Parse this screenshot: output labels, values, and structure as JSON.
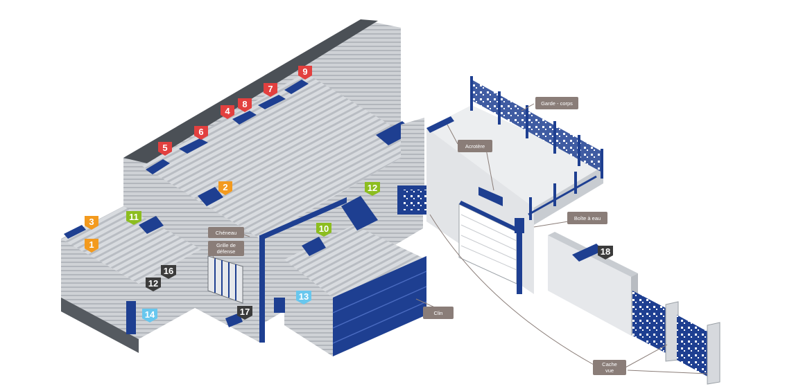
{
  "colors": {
    "red": "#e2403f",
    "orange": "#f39a1e",
    "green": "#8cbd1f",
    "lightblue": "#68c7ee",
    "dark": "#3b3b3b",
    "callout": "#8a7d78",
    "blue": "#1e3f91",
    "metal_light": "#d6d9dd",
    "metal_dark": "#a9adb3",
    "roof_dark": "#555a60"
  },
  "badges": {
    "b1": "1",
    "b2": "2",
    "b3": "3",
    "b4": "4",
    "b5": "5",
    "b6": "6",
    "b7": "7",
    "b8": "8",
    "b9": "9",
    "b10": "10",
    "b11": "11",
    "b12": "12",
    "b12b": "12",
    "b13": "13",
    "b14": "14",
    "b16": "16",
    "b17": "17",
    "b18": "18"
  },
  "callouts": {
    "garde_corps": "Garde - corps",
    "acrotere": "Acrotère",
    "boite_a_eau": "Boîte à eau",
    "cheneau": "Chéneau",
    "grille_line1": "Grille de",
    "grille_line2": "défense",
    "clin": "Clin",
    "cache_line1": "Cache",
    "cache_line2": "vue"
  }
}
